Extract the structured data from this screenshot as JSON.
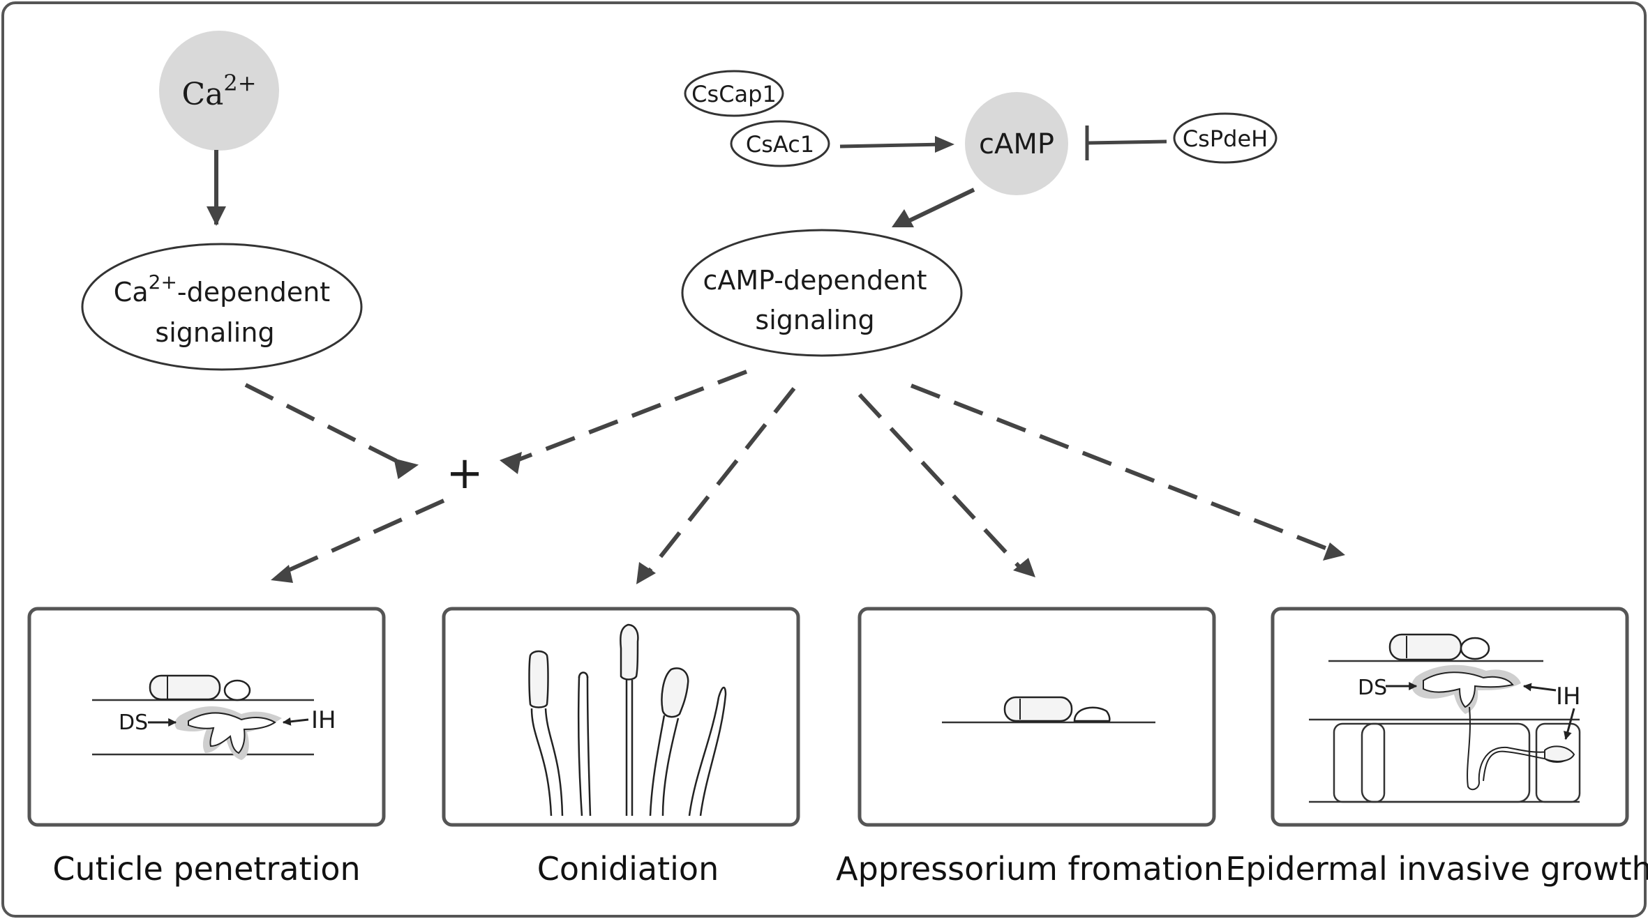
{
  "nodes": {
    "ca_ion": {
      "base": "Ca",
      "sup": "2+"
    },
    "ca_signaling": {
      "base": "Ca",
      "sup": "2+",
      "rest": "-dependent",
      "line2": "signaling"
    },
    "cscap1": "CsCap1",
    "csac1": "CsAc1",
    "camp": "cAMP",
    "cspdeh": "CsPdeH",
    "camp_signaling": {
      "line1": "cAMP-dependent",
      "line2": "signaling"
    },
    "plus": "+"
  },
  "panels": [
    {
      "caption": "Cuticle penetration",
      "labels": {
        "ds": "DS",
        "ih": "IH"
      }
    },
    {
      "caption": "Conidiation"
    },
    {
      "caption": "Appressorium fromation"
    },
    {
      "caption": "Epidermal invasive growth",
      "labels": {
        "ds": "DS",
        "ih": "IH"
      }
    }
  ]
}
